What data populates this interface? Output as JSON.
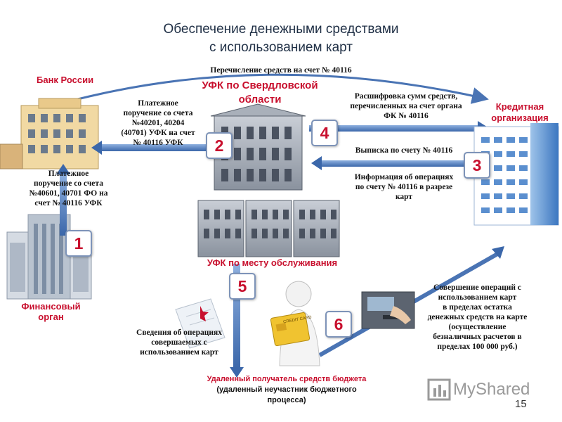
{
  "title": {
    "line1": "Обеспечение денежными средствами",
    "line2": "с использованием карт"
  },
  "entities": {
    "bank_russia": "Банк России",
    "ufk_region": "УФК по Свердловской области",
    "credit_org": "Кредитная организация",
    "ufk_local": "УФК по месту обслуживания",
    "fin_organ_line1": "Финансовый",
    "fin_organ_line2": "орган",
    "recipient_line1": "Удаленный получатель средств бюджета",
    "recipient_line2": "(удаленный неучастник бюджетного",
    "recipient_line3": "процесса)"
  },
  "texts": {
    "transfer_top": "Перечисление средств на счет № 40116",
    "payment_order_ufk": [
      "Платежное",
      "поручение со счета",
      "№40201, 40204",
      "(40701) УФК на счет",
      "№ 40116 УФК"
    ],
    "payment_order_fo": [
      "Платежное",
      "поручение со счета",
      "№40601, 40701 ФО на",
      "счет № 40116 УФК"
    ],
    "decoding": [
      "Расшифровка сумм средств,",
      "перечисленных на счет органа",
      "ФК № 40116"
    ],
    "statement": "Выписка по счету № 40116",
    "operations_info": [
      "Информация об операциях",
      "по счету № 40116 в разрезе",
      "карт"
    ],
    "operations_data": [
      "Сведения об операциях",
      "совершаемых с",
      "использованием карт"
    ],
    "card_operations": [
      "Совершение операций с",
      "использованием карт",
      "в пределах остатка",
      "денежных средств на карте",
      "(осуществление",
      "безналичных расчетов в",
      "пределах 100 000 руб.)"
    ]
  },
  "steps": [
    "1",
    "2",
    "3",
    "4",
    "5",
    "6"
  ],
  "card_label": "CREDIT CARD",
  "page_number": "15",
  "watermark": "MyShared",
  "colors": {
    "accent_red": "#c8102e",
    "arrow_blue": "#4a74b4",
    "title": "#1f2f45"
  },
  "icons": [
    "bank-building-icon",
    "ministry-building-icon",
    "skyscraper-icon",
    "office-building-icon",
    "person-card-icon",
    "atm-icon",
    "document-icon"
  ]
}
